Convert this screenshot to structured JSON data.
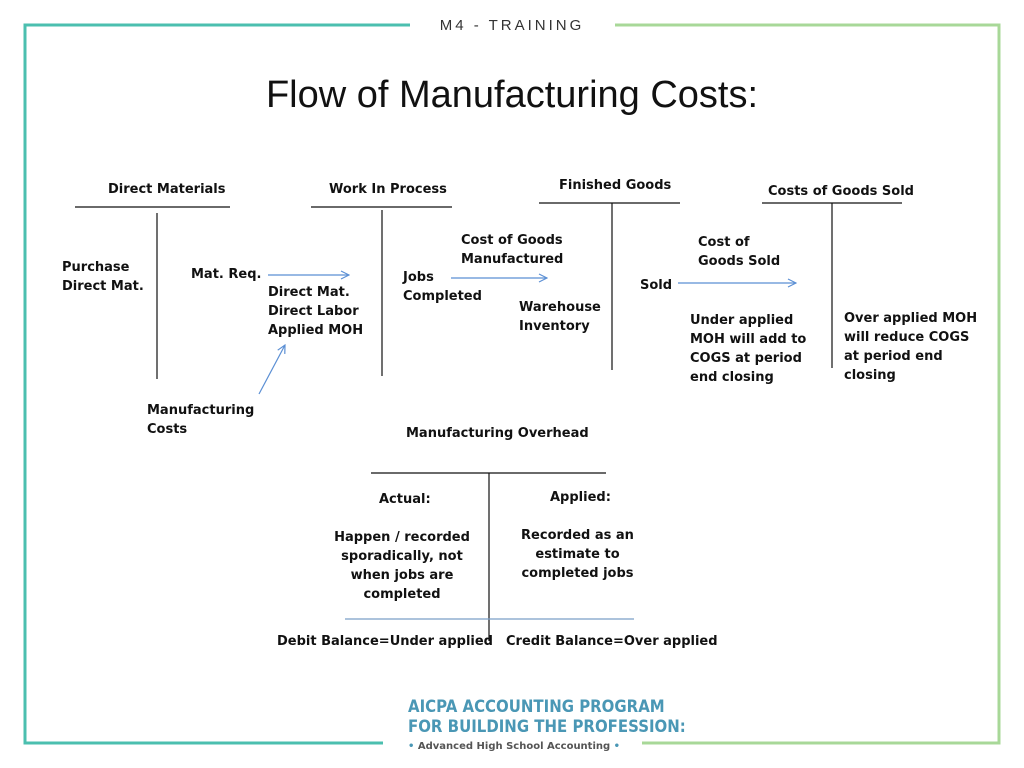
{
  "header": {
    "label": "M4 - TRAINING"
  },
  "slide": {
    "title": "Flow of Manufacturing Costs:"
  },
  "colors": {
    "frame_left": "#4bbfaf",
    "frame_right": "#a8d898",
    "arrow": "#5b8fd4",
    "logo": "#4a97b5"
  },
  "accounts": {
    "direct_materials": {
      "title": "Direct Materials",
      "debit": [
        "Purchase",
        "Direct Mat."
      ],
      "credit": "Mat. Req."
    },
    "work_in_process": {
      "title": "Work In Process",
      "debit": [
        "Direct Mat.",
        "Direct Labor",
        "Applied  MOH"
      ],
      "credit": [
        "Jobs",
        "Completed"
      ]
    },
    "finished_goods": {
      "title": "Finished Goods",
      "debit": [
        "Warehouse",
        "Inventory"
      ],
      "credit": "Sold"
    },
    "cogs": {
      "title": "Costs of Goods Sold",
      "debit": [
        "Under applied",
        "MOH will add to",
        "COGS at period",
        "end closing"
      ],
      "credit": [
        "Over applied MOH",
        "will reduce COGS",
        "at period end",
        "closing"
      ]
    },
    "moh": {
      "title": "Manufacturing Overhead",
      "actual_heading": "Actual:",
      "actual_text": [
        "Happen / recorded",
        "sporadically, not",
        "when jobs are",
        "completed"
      ],
      "applied_heading": "Applied:",
      "applied_text": [
        "Recorded as an",
        "estimate to",
        "completed jobs"
      ],
      "debit_balance": "Debit Balance=Under applied",
      "credit_balance": "Credit Balance=Over applied"
    }
  },
  "flows": {
    "cost_of_goods_manufactured": [
      "Cost of Goods",
      "Manufactured"
    ],
    "cost_of_goods_sold": [
      "Cost of",
      "Goods Sold"
    ],
    "manufacturing_costs": [
      "Manufacturing",
      "Costs"
    ]
  },
  "logo": {
    "line1": "AICPA ACCOUNTING PROGRAM",
    "line2": "FOR BUILDING THE PROFESSION:",
    "line3": "Advanced High School Accounting"
  }
}
